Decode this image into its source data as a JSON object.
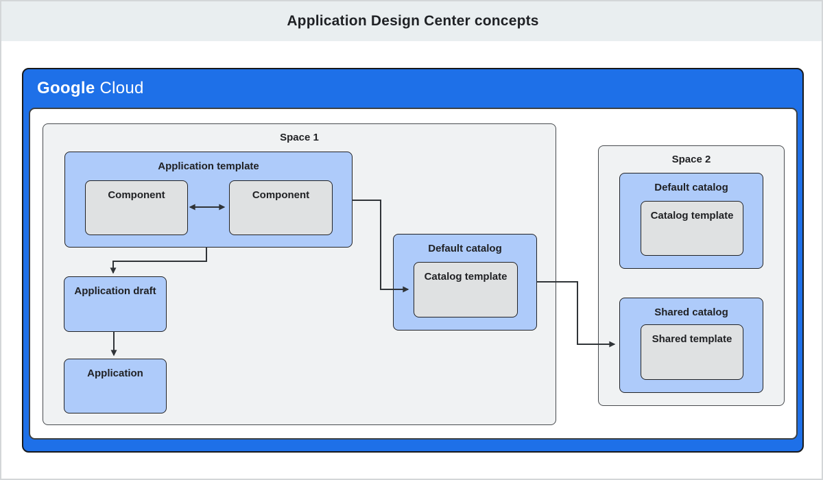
{
  "title": "Application Design Center concepts",
  "logo": {
    "brand": "Google",
    "product": "Cloud"
  },
  "diagram": {
    "space1": {
      "label": "Space 1",
      "application_template": {
        "label": "Application template",
        "components": [
          {
            "label": "Component"
          },
          {
            "label": "Component"
          }
        ]
      },
      "application_draft": {
        "label": "Application draft"
      },
      "application": {
        "label": "Application"
      },
      "default_catalog": {
        "label": "Default catalog",
        "catalog_template": {
          "label": "Catalog template"
        }
      }
    },
    "space2": {
      "label": "Space 2",
      "default_catalog": {
        "label": "Default catalog",
        "catalog_template": {
          "label": "Catalog template"
        }
      },
      "shared_catalog": {
        "label": "Shared catalog",
        "shared_template": {
          "label": "Shared template"
        }
      }
    },
    "relations": [
      {
        "from": "component-left",
        "to": "component-right",
        "type": "bidirectional"
      },
      {
        "from": "application-template",
        "to": "application-draft",
        "type": "directed"
      },
      {
        "from": "application-draft",
        "to": "application",
        "type": "directed"
      },
      {
        "from": "application-template",
        "to": "space1-catalog-template",
        "type": "directed"
      },
      {
        "from": "space1-default-catalog",
        "to": "space2-shared-catalog",
        "type": "directed"
      }
    ]
  },
  "colors": {
    "frame_blue": "#1e70e8",
    "box_blue": "#aecbfa",
    "box_gray": "#dfe1e2",
    "space_gray": "#f0f2f3",
    "banner_gray": "#e9eef0",
    "border_dark": "#202124",
    "arrow": "#2f3337",
    "logo_text": "#ffffff"
  }
}
